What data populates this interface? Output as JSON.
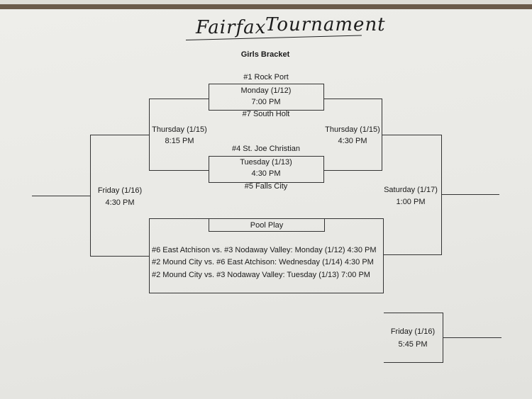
{
  "title": {
    "word1": "Fairfax",
    "word2": "Tournament"
  },
  "subtitle": "Girls Bracket",
  "game1": {
    "top_team": "#1 Rock Port",
    "day": "Monday (1/12)",
    "time": "7:00 PM",
    "bottom_team": "#7 South Holt"
  },
  "game2": {
    "top_team": "#4 St. Joe Christian",
    "day": "Tuesday (1/13)",
    "time": "4:30 PM",
    "bottom_team": "#5 Falls City"
  },
  "semi_left": {
    "day": "Thursday (1/15)",
    "time": "8:15 PM"
  },
  "semi_right": {
    "day": "Thursday (1/15)",
    "time": "4:30 PM"
  },
  "left_final": {
    "day": "Friday (1/16)",
    "time": "4:30 PM"
  },
  "right_final": {
    "day": "Saturday (1/17)",
    "time": "1:00 PM"
  },
  "pool_play": {
    "label": "Pool Play",
    "games": [
      "#6 East Atchison vs. #3 Nodaway Valley: Monday (1/12) 4:30 PM",
      "#2 Mound City vs. #6 East Atchison: Wednesday (1/14) 4:30 PM",
      "#2 Mound City vs. #3 Nodaway Valley: Tuesday (1/13) 7:00 PM"
    ]
  },
  "consolation": {
    "day": "Friday (1/16)",
    "time": "5:45 PM"
  }
}
